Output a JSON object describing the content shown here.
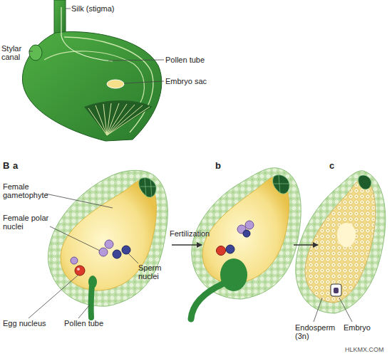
{
  "diagram": {
    "labels": [
      "Silk (stigma)",
      "Stylar canal",
      "Pollen tube",
      "Embryo sac",
      "B",
      "a",
      "b",
      "c",
      "Female gametophyte",
      "Female polar nuclei",
      "Fertilization",
      "Sperm nuclei",
      "Egg nucleus",
      "Pollen tube",
      "Endosperm (3n)",
      "Embryo",
      "HLKMX.COM"
    ]
  }
}
